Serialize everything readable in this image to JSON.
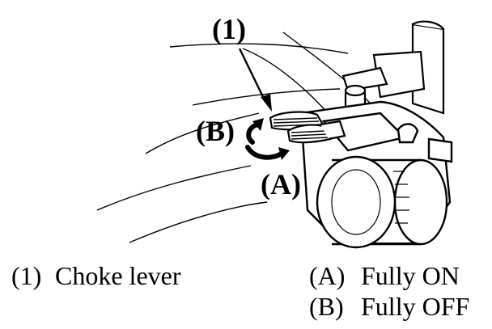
{
  "figure": {
    "callouts": {
      "one": "(1)",
      "b": "(B)",
      "a": "(A)"
    },
    "legend": {
      "item1_key": "(1)",
      "item1_label": "Choke lever",
      "itemA_key": "(A)",
      "itemA_label": "Fully ON",
      "itemB_key": "(B)",
      "itemB_label": "Fully OFF"
    },
    "colors": {
      "ink": "#000000",
      "paper": "#ffffff"
    }
  }
}
